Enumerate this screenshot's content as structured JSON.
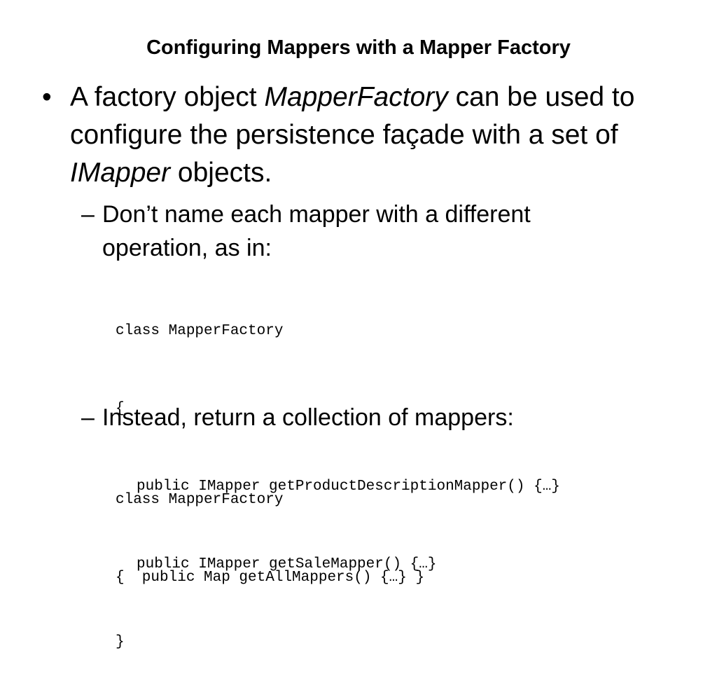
{
  "slide": {
    "title": "Configuring Mappers with a Mapper Factory",
    "bullet": {
      "mark": "•",
      "text_before": "A factory object ",
      "em1": "MapperFactory",
      "text_middle": " can be used to configure the persistence façade with a set of ",
      "em2": "IMapper",
      "text_after": " objects."
    },
    "sub_bullets": [
      {
        "dash": "–",
        "text": "Don’t name each mapper with a different operation, as in:",
        "code": [
          "class MapperFactory",
          "{",
          "public IMapper getProductDescriptionMapper() {…}",
          "public IMapper getSaleMapper() {…}",
          "}"
        ]
      },
      {
        "dash": "–",
        "text": "Instead, return a collection of mappers:",
        "code": [
          "class MapperFactory",
          "{  public Map getAllMappers() {…} }"
        ]
      }
    ]
  }
}
